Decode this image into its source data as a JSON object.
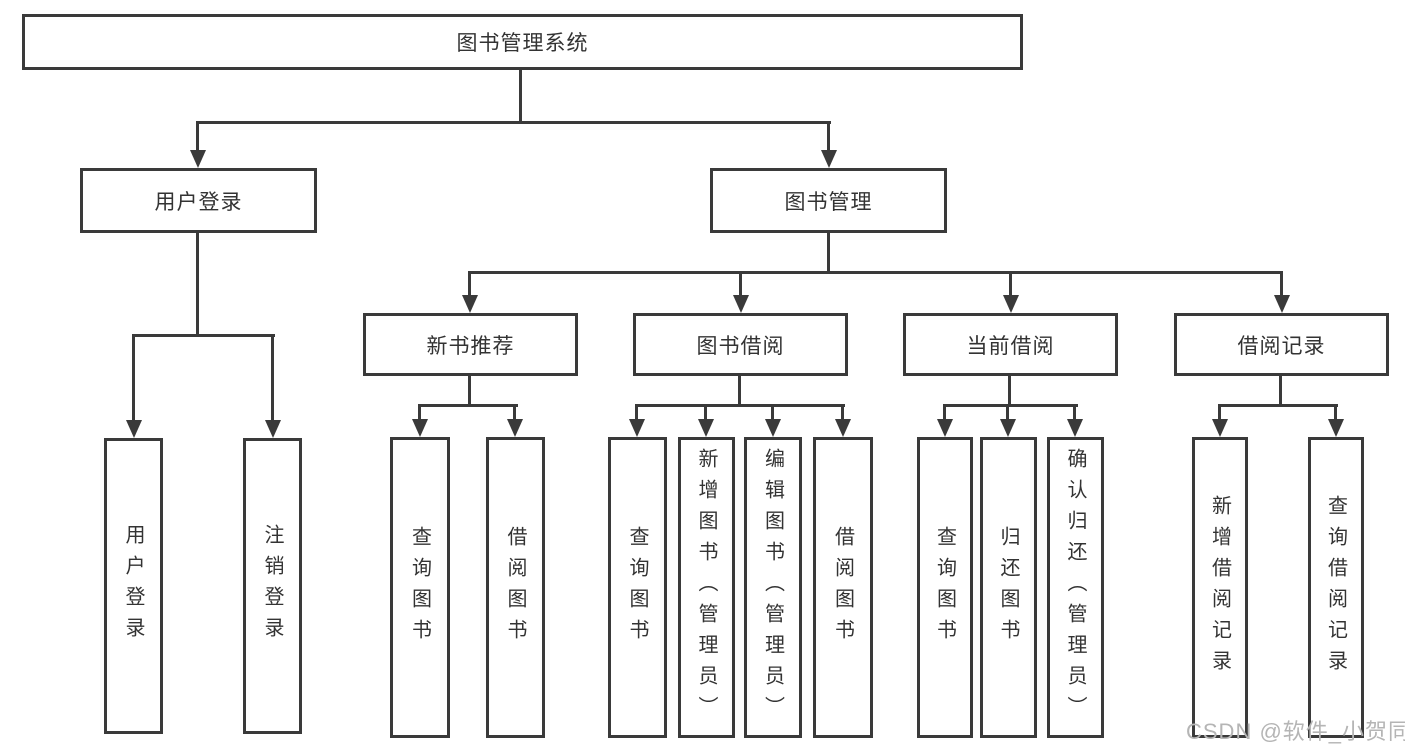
{
  "nodes": {
    "root": "图书管理系统",
    "login": "用户登录",
    "mgmt": "图书管理",
    "login_user": "用户登录",
    "login_logout": "注销登录",
    "rec": "新书推荐",
    "rec_query": "查询图书",
    "rec_borrow": "借阅图书",
    "borrow": "图书借阅",
    "borrow_query": "查询图书",
    "borrow_add": "新增图书（管理员）",
    "borrow_edit": "编辑图书（管理员）",
    "borrow_borrow": "借阅图书",
    "current": "当前借阅",
    "current_query": "查询图书",
    "current_return": "归还图书",
    "current_confirm": "确认归还（管理员）",
    "record": "借阅记录",
    "record_add": "新增借阅记录",
    "record_query": "查询借阅记录"
  },
  "watermark": "CSDN @软件_小贺同学",
  "colors": {
    "line": "#3a3a3a",
    "text": "#333333",
    "background": "#ffffff",
    "watermark": "#b5b5b5"
  }
}
